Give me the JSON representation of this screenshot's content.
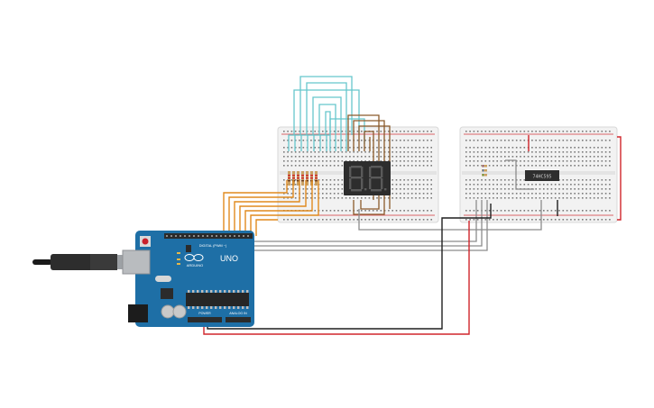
{
  "circuit": {
    "arduino": {
      "brand": "ARDUINO",
      "model": "UNO",
      "digital_label": "DIGITAL (PWM ~)",
      "power_label": "POWER",
      "analog_label": "ANALOG IN",
      "colors": {
        "board": "#1e6fa6",
        "header": "#2b2b2b",
        "usb": "#b9bcbf",
        "reset": "#c8202b"
      }
    },
    "breadboard_left": {
      "colors": {
        "body": "#f2f2f2",
        "hole": "#6a6a6a",
        "rail_red": "#d0343a"
      }
    },
    "breadboard_right": {
      "colors": {
        "body": "#f2f2f2"
      }
    },
    "display": {
      "digits": "88",
      "colors": {
        "body": "#2d2d2d",
        "segment": "#555555"
      }
    },
    "ic": {
      "label": "74HC595",
      "colors": {
        "body": "#2e2e2e"
      }
    },
    "wires": {
      "colors": {
        "orange": "#e08a1e",
        "teal": "#66c7cc",
        "brown": "#8b5a2b",
        "gray": "#8c8c8c",
        "black": "#1f1f1f",
        "red": "#d0252b"
      }
    }
  }
}
